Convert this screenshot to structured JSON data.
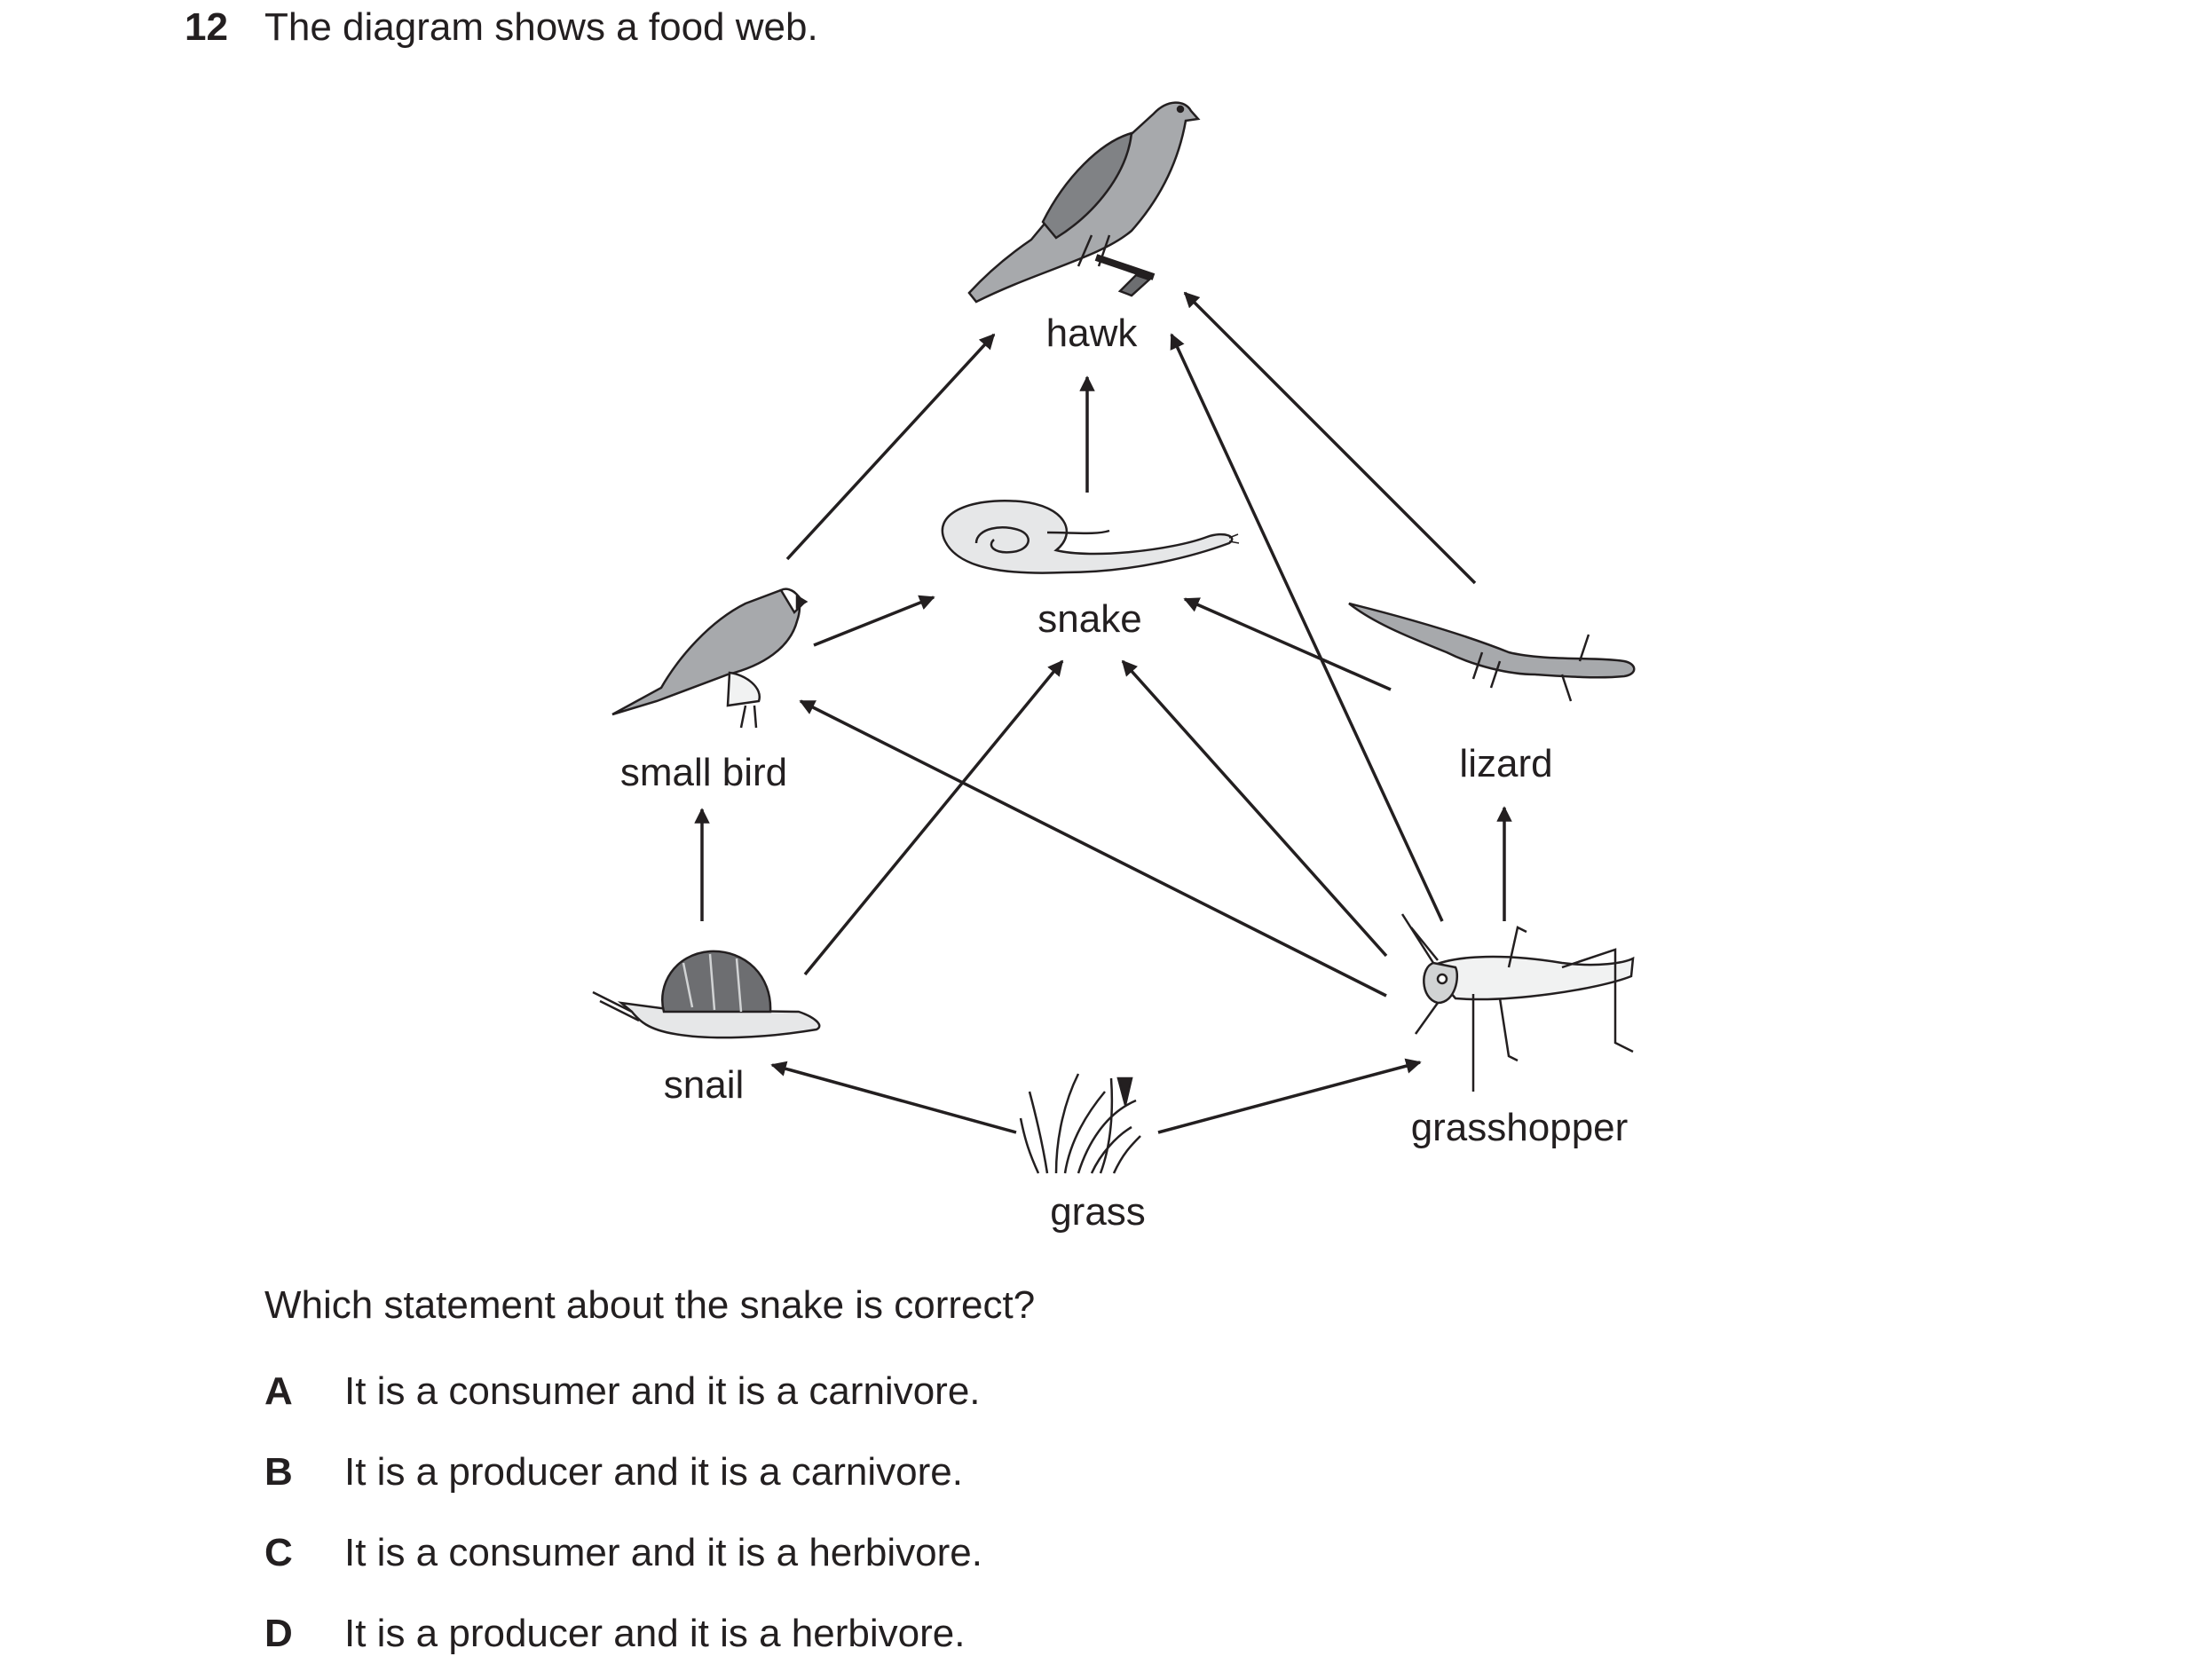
{
  "question": {
    "number": "12",
    "intro": "The diagram shows a food web.",
    "prompt": "Which statement about the snake is correct?",
    "options": [
      {
        "letter": "A",
        "text": "It is a consumer and it is a carnivore."
      },
      {
        "letter": "B",
        "text": "It is a producer and it is a carnivore."
      },
      {
        "letter": "C",
        "text": "It is a consumer and it is a herbivore."
      },
      {
        "letter": "D",
        "text": "It is a producer and it is a herbivore."
      }
    ]
  },
  "diagram": {
    "organisms": {
      "hawk": "hawk",
      "snake": "snake",
      "small_bird": "small bird",
      "lizard": "lizard",
      "snail": "snail",
      "grasshopper": "grasshopper",
      "grass": "grass"
    },
    "arrows": [
      {
        "from": "grass",
        "to": "snail"
      },
      {
        "from": "grass",
        "to": "grasshopper"
      },
      {
        "from": "snail",
        "to": "small bird"
      },
      {
        "from": "snail",
        "to": "snake"
      },
      {
        "from": "grasshopper",
        "to": "small bird"
      },
      {
        "from": "grasshopper",
        "to": "snake"
      },
      {
        "from": "grasshopper",
        "to": "lizard"
      },
      {
        "from": "grasshopper",
        "to": "hawk"
      },
      {
        "from": "small bird",
        "to": "snake"
      },
      {
        "from": "small bird",
        "to": "hawk"
      },
      {
        "from": "lizard",
        "to": "snake"
      },
      {
        "from": "lizard",
        "to": "hawk"
      },
      {
        "from": "snake",
        "to": "hawk"
      }
    ]
  }
}
